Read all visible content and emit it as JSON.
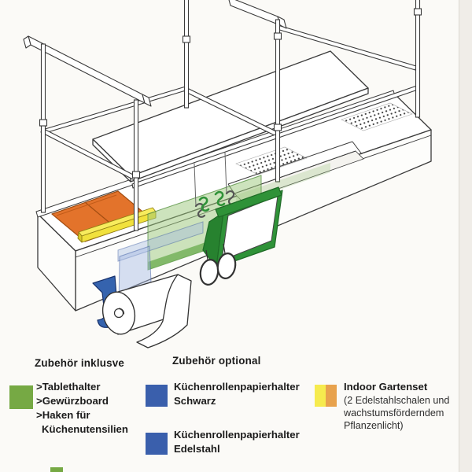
{
  "illustration": {
    "name": "kitchen-workbench-isometric-drawing",
    "highlights": [
      {
        "name": "indoor-gartenset-trays",
        "color": "#E3732B"
      },
      {
        "name": "pflanzenlicht-bar",
        "color": "#F1E13D"
      },
      {
        "name": "gewuerzboard-panel",
        "color": "#9CC77C"
      },
      {
        "name": "utensil-hooks",
        "color": "#2F9238"
      },
      {
        "name": "tablet-holder",
        "color": "#2F9238"
      },
      {
        "name": "paper-roll-holder-ghost",
        "color": "#A3B9E2"
      },
      {
        "name": "paper-roll-holder",
        "color": "#3563AE"
      }
    ]
  },
  "colors": {
    "line": "#3a3a3a",
    "tray_orange": "#E3732B",
    "tray_orange_top": "#F7EC5E",
    "bar_yellow": "#F1E13D",
    "holder_green": "#2F9238",
    "holder_green_dark": "#27822F",
    "holder_blue": "#3563AE"
  },
  "legend": {
    "included": {
      "heading": "Zubehör inklusve",
      "swatch": "#76A944",
      "items": [
        ">Tablethalter",
        ">Gewürzboard",
        ">Haken für",
        "Küchenutensilien"
      ]
    },
    "optional": {
      "heading": "Zubehör optional",
      "entries": [
        {
          "swatch": "#3A5FAC",
          "line1": "Küchenrollenpapierhalter",
          "line2": "Schwarz"
        },
        {
          "swatch": "#3A5FAC",
          "line1": "Küchenrollenpapierhalter",
          "line2": "Edelstahl"
        }
      ]
    },
    "indoor": {
      "swatch_left": "#F6EB4E",
      "swatch_right": "#E8A24D",
      "title": "Indoor Gartenset",
      "desc1": "(2 Edelstahlschalen und",
      "desc2": "wachstumsförderndem",
      "desc3": "Pflanzenlicht)"
    }
  }
}
